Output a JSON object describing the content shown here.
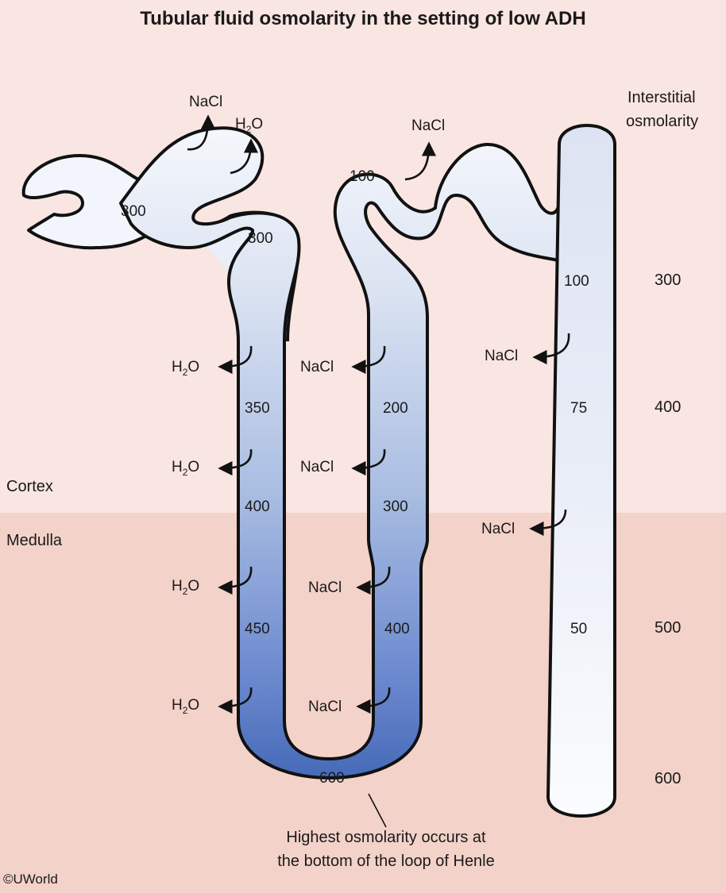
{
  "title": "Tubular fluid osmolarity in the setting of low ADH",
  "regions": {
    "cortex": "Cortex",
    "medulla": "Medulla"
  },
  "interstitial": {
    "label_line1": "Interstitial",
    "label_line2": "osmolarity",
    "values": [
      "300",
      "400",
      "500",
      "600"
    ]
  },
  "tubule_values": {
    "bowman": "300",
    "proximal": "300",
    "desc_350": "350",
    "desc_400": "400",
    "desc_450": "450",
    "bottom": "600",
    "asc_400": "400",
    "asc_300": "300",
    "asc_200": "200",
    "distal": "100",
    "collecting_100": "100",
    "collecting_75": "75",
    "collecting_50": "50"
  },
  "transport": {
    "water": "H",
    "water_sub": "2",
    "water_end": "O",
    "salt": "NaCl"
  },
  "annotation": {
    "line1": "Highest osmolarity occurs at",
    "line2": "the bottom of the loop of Henle"
  },
  "copyright": "©UWorld",
  "colors": {
    "cortex_bg": "#f9e5e1",
    "medulla_bg": "#f3d2c9",
    "tubule_light": "#f6f8fc",
    "tubule_dark": "#3e63b3",
    "outline": "#111111"
  }
}
